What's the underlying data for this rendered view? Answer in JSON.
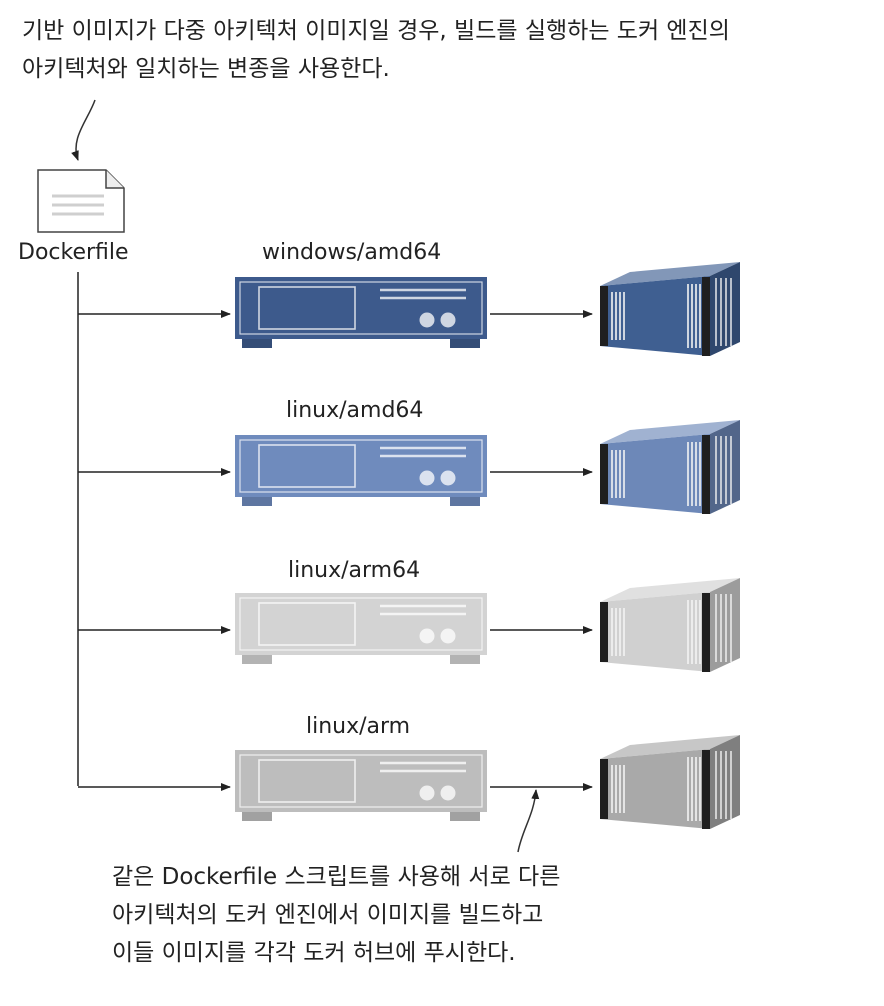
{
  "top_note": [
    "기반 이미지가 다중 아키텍처 이미지일 경우, 빌드를 실행하는 도커 엔진의",
    "아키텍처와 일치하는 변종을 사용한다."
  ],
  "dockerfile": {
    "label": "Dockerfile",
    "icon": "document-icon"
  },
  "engines": [
    {
      "id": "windows-amd64",
      "label": "windows/amd64",
      "color": "#3d5a8c",
      "image_color": "#3f5f91"
    },
    {
      "id": "linux-amd64",
      "label": "linux/amd64",
      "color": "#6f8bbd",
      "image_color": "#6d88b8"
    },
    {
      "id": "linux-arm64",
      "label": "linux/arm64",
      "color": "#d3d3d3",
      "image_color": "#d0d0d0"
    },
    {
      "id": "linux-arm",
      "label": "linux/arm",
      "color": "#bdbdbd",
      "image_color": "#a9a9a9"
    }
  ],
  "bottom_note": [
    "같은 Dockerfile 스크립트를 사용해 서로 다른",
    "아키텍처의 도커 엔진에서 이미지를 빌드하고",
    "이들 이미지를 각각 도커 허브에 푸시한다."
  ]
}
